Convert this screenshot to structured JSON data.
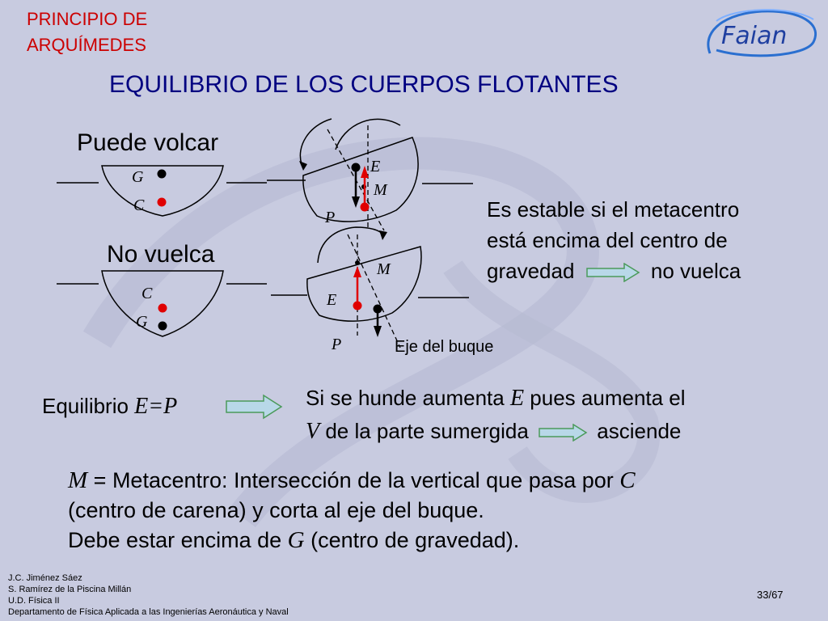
{
  "header": {
    "section_title_line1": "PRINCIPIO DE",
    "section_title_line2": "ARQUÍMEDES",
    "slide_title": "EQUILIBRIO DE LOS CUERPOS FLOTANTES",
    "logo_text": "Faian"
  },
  "diagrams": {
    "can_tip_label": "Puede volcar",
    "no_tip_label": "No vuelca",
    "label_g": "G",
    "label_c": "C",
    "label_e": "E",
    "label_m": "M",
    "label_p": "P",
    "ship_axis_label": "Eje del buque"
  },
  "statements": {
    "stable_line1": "Es estable si el metacentro",
    "stable_line2": "está encima del centro de",
    "stable_line3_a": "gravedad",
    "stable_line3_b": "no vuelca",
    "equilibrium_prefix": "Equilibrio ",
    "equilibrium_formula": "E=P",
    "sink_line1_a": "Si se hunde aumenta ",
    "sink_line1_var": "E",
    "sink_line1_b": " pues aumenta el",
    "sink_line2_var": "V",
    "sink_line2_a": " de la parte sumergida",
    "sink_line2_b": "asciende",
    "def_var_m": "M",
    "def_line1": " = Metacentro: Intersección de la vertical que pasa por ",
    "def_var_c": "C",
    "def_line2": "(centro de carena) y corta al eje del buque.",
    "def_line3_a": "Debe estar encima de ",
    "def_var_g": "G",
    "def_line3_b": " (centro de gravedad)."
  },
  "footer": {
    "author1": "J.C. Jiménez Sáez",
    "author2": "S. Ramírez de la Piscina Millán",
    "unit": "U.D. Física II",
    "department": "Departamento de Física Aplicada a las Ingenierías Aeronáutica y Naval",
    "page": "33/67"
  },
  "colors": {
    "section_title": "#cc0000",
    "slide_title": "#000080",
    "red_point": "#e00000",
    "arrow_fill": "#b8d8e8",
    "arrow_stroke": "#4a9a5a"
  }
}
